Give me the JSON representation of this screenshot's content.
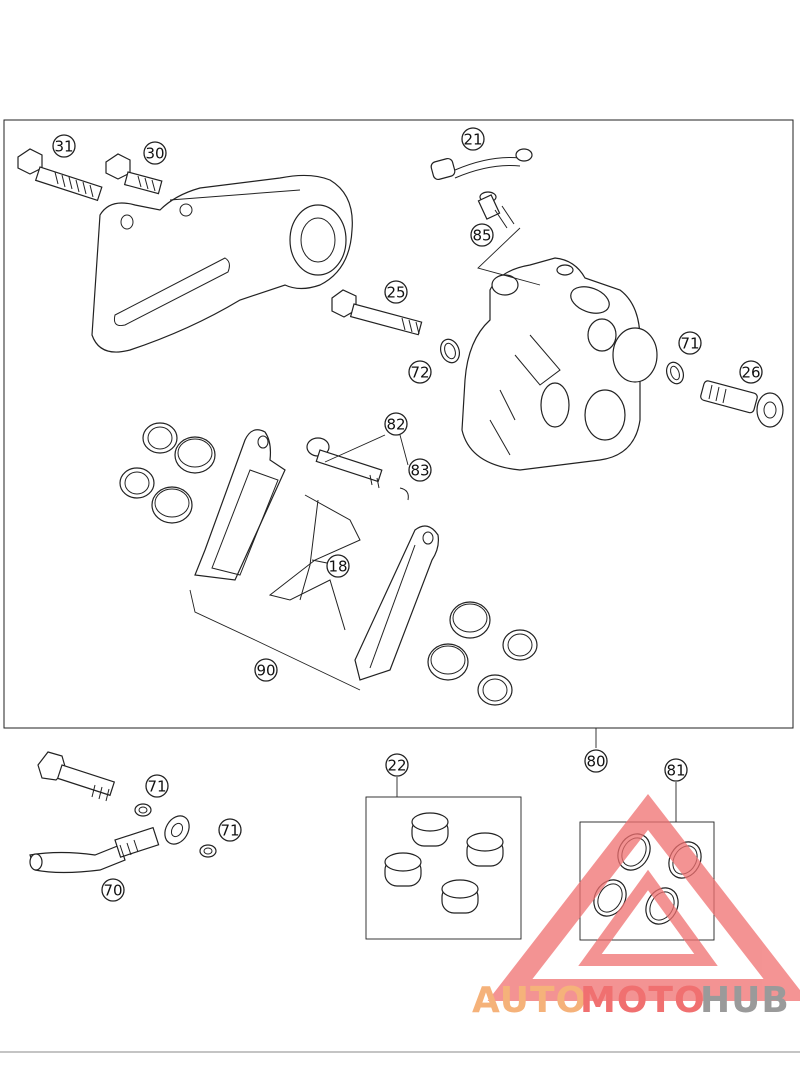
{
  "callouts": {
    "c31": "31",
    "c30": "30",
    "c21": "21",
    "c85": "85",
    "c25": "25",
    "c72": "72",
    "c71a": "71",
    "c26": "26",
    "c82": "82",
    "c83": "83",
    "c18": "18",
    "c90": "90",
    "c80": "80",
    "c22": "22",
    "c81": "81",
    "c71b": "71",
    "c71c": "71",
    "c70": "70"
  },
  "watermark": {
    "part1": "AUTO",
    "part2": "MOTO",
    "part3": "HUB",
    "color_orange": "#f5b27a",
    "color_red": "#f07070",
    "color_gray": "#9a9a9a"
  }
}
